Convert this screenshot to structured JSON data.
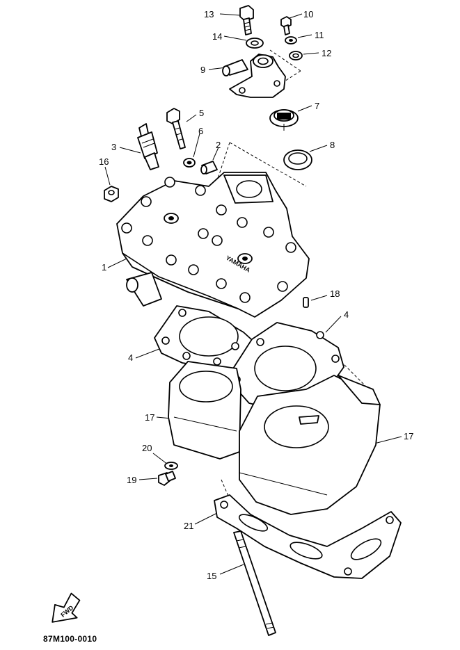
{
  "diagram": {
    "callouts": [
      {
        "id": "c1",
        "text": "1"
      },
      {
        "id": "c2",
        "text": "2"
      },
      {
        "id": "c3",
        "text": "3"
      },
      {
        "id": "c4a",
        "text": "4"
      },
      {
        "id": "c4b",
        "text": "4"
      },
      {
        "id": "c5",
        "text": "5"
      },
      {
        "id": "c6",
        "text": "6"
      },
      {
        "id": "c7",
        "text": "7"
      },
      {
        "id": "c8",
        "text": "8"
      },
      {
        "id": "c9",
        "text": "9"
      },
      {
        "id": "c10",
        "text": "10"
      },
      {
        "id": "c11",
        "text": "11"
      },
      {
        "id": "c12",
        "text": "12"
      },
      {
        "id": "c13",
        "text": "13"
      },
      {
        "id": "c14",
        "text": "14"
      },
      {
        "id": "c15",
        "text": "15"
      },
      {
        "id": "c16",
        "text": "16"
      },
      {
        "id": "c17a",
        "text": "17"
      },
      {
        "id": "c17b",
        "text": "17"
      },
      {
        "id": "c18",
        "text": "18"
      },
      {
        "id": "c19",
        "text": "19"
      },
      {
        "id": "c20",
        "text": "20"
      },
      {
        "id": "c21",
        "text": "21"
      }
    ],
    "fwd_label": "FWD",
    "figure_code": "87M100-0010",
    "head_logo": "YAMAHA"
  }
}
